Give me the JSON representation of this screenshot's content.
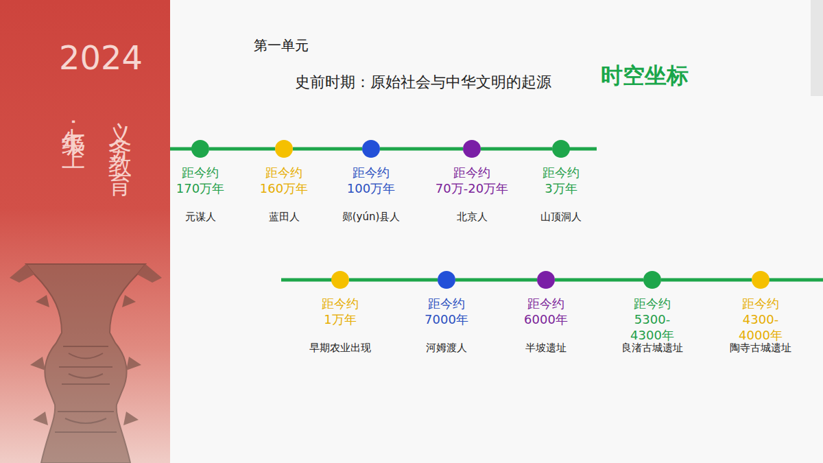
{
  "diagram": {
    "title": "史前时期：原始社会与中华文明的起源",
    "nodes": [
      {
        "text": [
          "距今约 170万年",
          "元谋人"
        ]
      },
      {
        "text": [
          "距今约 160万年",
          "蓝田人"
        ]
      },
      {
        "text": [
          "距今约 100万年",
          "郧(yún)县人"
        ]
      },
      {
        "text": [
          "距今约 70万-20万年",
          "北京人"
        ]
      },
      {
        "text": [
          "距今约 3万年",
          "山顶洞人"
        ]
      },
      {
        "text": [
          "距今约 1万年",
          "早期农业出现"
        ]
      },
      {
        "text": [
          "距今约 7000年",
          "河姆渡人"
        ]
      },
      {
        "text": [
          "距今约 6000年",
          "半坡遗址"
        ]
      },
      {
        "text": [
          "距今约 5300-4300年",
          "良渚古城遗址"
        ]
      },
      {
        "text": [
          "距今约 4300-4000年",
          "陶寺古城遗址"
        ]
      }
    ],
    "edges": [
      {
        "from": 0,
        "to": 1,
        "arrow": "none"
      },
      {
        "from": 1,
        "to": 2,
        "arrow": "none"
      },
      {
        "from": 2,
        "to": 3,
        "arrow": "none"
      },
      {
        "from": 3,
        "to": 4,
        "arrow": "none"
      },
      {
        "from": 5,
        "to": 6,
        "arrow": "none"
      },
      {
        "from": 6,
        "to": 7,
        "arrow": "none"
      },
      {
        "from": 7,
        "to": 8,
        "arrow": "none"
      },
      {
        "from": 8,
        "to": 9,
        "arrow": "none"
      }
    ],
    "labels": [
      "2024",
      "七年级·上",
      "义务教育",
      "第一单元",
      "时空坐标"
    ]
  }
}
